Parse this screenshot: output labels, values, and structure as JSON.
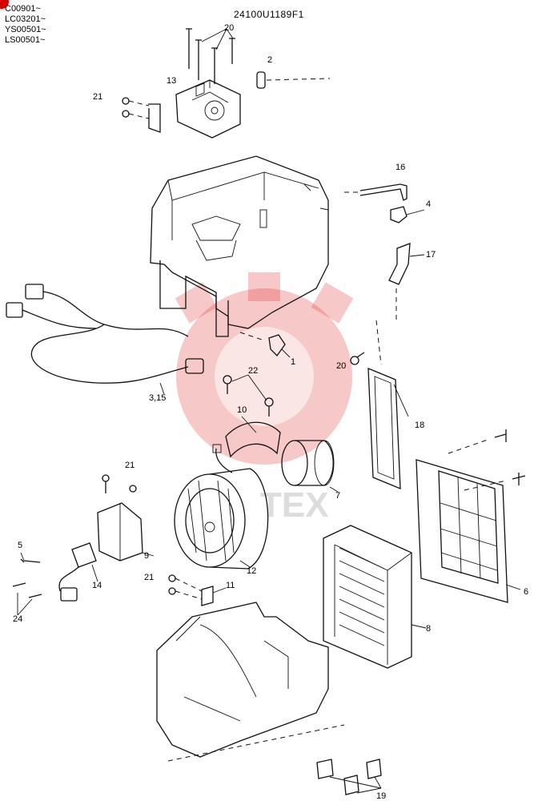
{
  "header": {
    "serials": [
      "C00901~",
      "LC03201~",
      "YS00501~",
      "LS00501~"
    ],
    "part_number": "24100U1189F1"
  },
  "callouts": {
    "c1": "1",
    "c2": "2",
    "c315": "3,15",
    "c4": "4",
    "c5": "5",
    "c6": "6",
    "c7": "7",
    "c8": "8",
    "c9": "9",
    "c10": "10",
    "c11": "11",
    "c12": "12",
    "c13": "13",
    "c14": "14",
    "c16": "16",
    "c17": "17",
    "c18": "18",
    "c19": "19",
    "c20a": "20",
    "c20b": "20",
    "c21a": "21",
    "c21b": "21",
    "c21c": "21",
    "c22": "22",
    "c24": "24"
  },
  "watermark": {
    "text": "TEX",
    "color": "#e23b3b"
  }
}
